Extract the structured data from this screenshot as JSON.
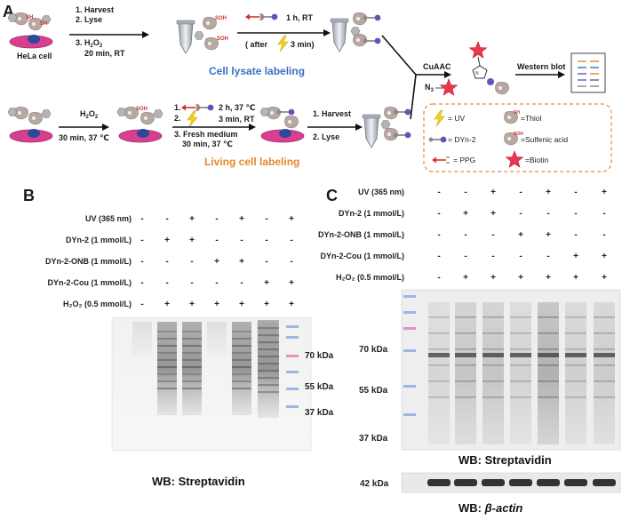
{
  "panels": {
    "a": "A",
    "b": "B",
    "c": "C"
  },
  "scheme": {
    "cell_label": "HeLa cell",
    "top_steps": [
      "1. Harvest",
      "2. Lyse",
      "3. H",
      "20 min, RT"
    ],
    "top_h2o2_sub": [
      "2",
      "2"
    ],
    "sulfenic_tag": "SOH",
    "thiol_tag": "SH",
    "top_incubation": "1 h, RT",
    "top_after": "( after",
    "top_after_end": "3 min)",
    "cell_lysate_title": "Cell lysate labeling",
    "bottom_h2o2": "H",
    "bottom_h2o2_time": "30 min, 37 ℃",
    "bottom_step1_time": "2 h, 37 ℃",
    "bottom_step2_time": "3 min, RT",
    "bottom_step3": "3. Fresh medium",
    "bottom_step3_time": "30 min,  37 ℃",
    "bottom_harvest": [
      "1. Harvest",
      "2. Lyse"
    ],
    "living_cell_title": "Living cell labeling",
    "cuaac": "CuAAC",
    "n3": "N",
    "n3_sub": "3",
    "western": "Western blot",
    "legend": {
      "uv": "= UV",
      "thiol": "=Thiol",
      "dyn2": "= DYn-2",
      "sulfenic": "=Sulfenic acid",
      "ppg": "= PPG",
      "biotin": "=Biotin"
    }
  },
  "panel_b": {
    "rows": [
      {
        "label": "UV (365 nm)",
        "signs": [
          "-",
          "-",
          "+",
          "-",
          "+",
          "-",
          "+"
        ]
      },
      {
        "label": "DYn-2 (1 mmol/L)",
        "signs": [
          "-",
          "+",
          "+",
          "-",
          "-",
          "-",
          "-"
        ]
      },
      {
        "label": "DYn-2-ONB (1 mmol/L)",
        "signs": [
          "-",
          "-",
          "-",
          "+",
          "+",
          "-",
          "-"
        ]
      },
      {
        "label": "DYn-2-Cou (1 mmol/L)",
        "signs": [
          "-",
          "-",
          "-",
          "-",
          "-",
          "+",
          "+"
        ]
      },
      {
        "label": "H₂O₂ (0.5 mmol/L)",
        "signs": [
          "-",
          "+",
          "+",
          "+",
          "+",
          "+",
          "+"
        ]
      }
    ],
    "markers": [
      "70 kDa",
      "55 kDa",
      "37 kDa"
    ],
    "wb_label": "WB: Streptavidin"
  },
  "panel_c": {
    "rows": [
      {
        "label": "UV (365 nm)",
        "signs": [
          "-",
          "-",
          "+",
          "-",
          "+",
          "-",
          "+"
        ]
      },
      {
        "label": "DYn-2 (1 mmol/L)",
        "signs": [
          "-",
          "+",
          "+",
          "-",
          "-",
          "-",
          "-"
        ]
      },
      {
        "label": "DYn-2-ONB (1 mmol/L)",
        "signs": [
          "-",
          "-",
          "-",
          "+",
          "+",
          "-",
          "-"
        ]
      },
      {
        "label": "DYn-2-Cou (1 mmol/L)",
        "signs": [
          "-",
          "-",
          "-",
          "-",
          "-",
          "+",
          "+"
        ]
      },
      {
        "label": "H₂O₂ (0.5 mmol/L)",
        "signs": [
          "-",
          "+",
          "+",
          "+",
          "+",
          "+",
          "+"
        ]
      }
    ],
    "markers": [
      "70 kDa",
      "55 kDa",
      "37 kDa"
    ],
    "wb_label": "WB: Streptavidin",
    "actin_marker": "42 kDa",
    "actin_label": "WB: ",
    "actin_protein": "β-actin"
  },
  "colors": {
    "cell_pink": "#d6408f",
    "nucleus_blue": "#2c4a9a",
    "protein_gray": "#b8a8a4",
    "sh_red": "#d0342c",
    "uv_yellow": "#f3d21b",
    "dyn2_purple": "#6a4fb8",
    "biotin_red": "#e8384f",
    "title_blue": "#3b6fc4",
    "title_orange": "#e2892c",
    "legend_border": "#e88a3a"
  }
}
